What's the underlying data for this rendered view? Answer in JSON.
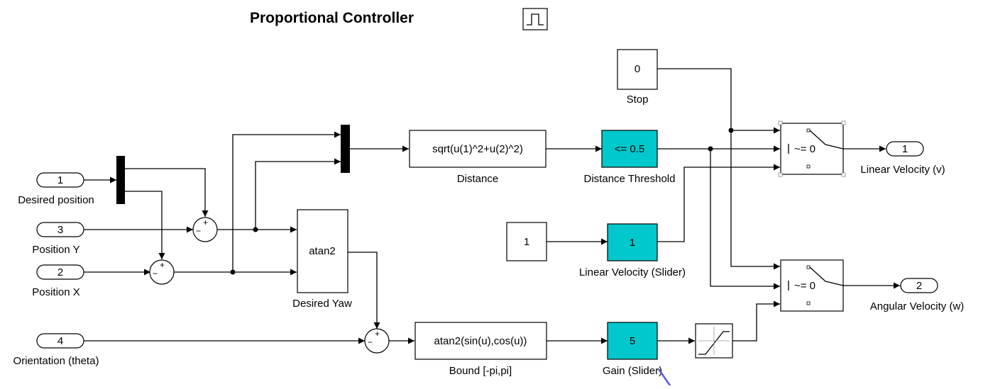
{
  "title": "Proportional Controller",
  "inports": [
    {
      "num": "1",
      "label": "Desired position"
    },
    {
      "num": "3",
      "label": "Position Y"
    },
    {
      "num": "2",
      "label": "Position X"
    },
    {
      "num": "4",
      "label": "Orientation (theta)"
    }
  ],
  "outports": [
    {
      "num": "1",
      "label": "Linear Velocity (v)"
    },
    {
      "num": "2",
      "label": "Angular Velocity (w)"
    }
  ],
  "blocks": {
    "distance": {
      "expr": "sqrt(u(1)^2+u(2)^2)",
      "label": "Distance"
    },
    "distance_threshold": {
      "value": "<= 0.5",
      "label": "Distance Threshold"
    },
    "stop": {
      "value": "0",
      "label": "Stop"
    },
    "constant_one": {
      "value": "1"
    },
    "linear_velocity_slider": {
      "value": "1",
      "label": "Linear Velocity (Slider)"
    },
    "desired_yaw": {
      "expr": "atan2",
      "label": "Desired Yaw"
    },
    "bound": {
      "expr": "atan2(sin(u),cos(u))",
      "label": "Bound [-pi,pi]"
    },
    "gain_slider": {
      "value": "5",
      "label": "Gain (Slider)"
    },
    "switch_1": {
      "criteria": "~= 0"
    },
    "switch_2": {
      "criteria": "~= 0"
    }
  },
  "sum_signs": {
    "plus": "+",
    "minus": "−"
  },
  "colors": {
    "tunable_block": "#00c8cc",
    "annotation_stroke": "#5a5ad6"
  },
  "icons": [
    "pulse-generator-icon",
    "saturation-icon",
    "switch-icon",
    "mux-bar-icon"
  ]
}
